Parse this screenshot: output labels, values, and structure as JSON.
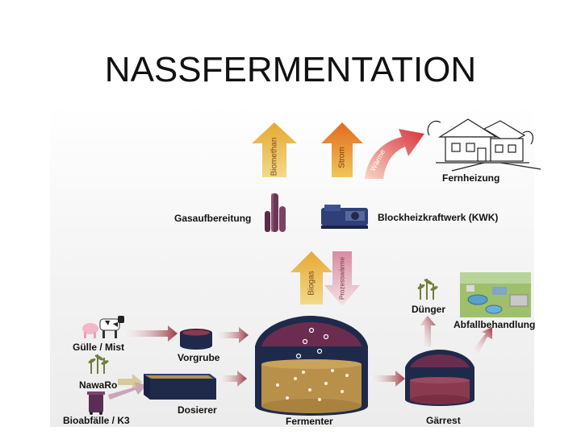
{
  "title": "NASSFERMENTATION",
  "arrows": {
    "biomethan": "Biomethan",
    "strom": "Strom",
    "waerme": "Wärme",
    "biogas": "Biogas",
    "prozesswaerme": "Prozesswärme"
  },
  "labels": {
    "fernheizung": "Fernheizung",
    "gasaufbereitung": "Gasaufbereitung",
    "bhkw": "Blockheizkraftwerk (KWK)",
    "duenger": "Dünger",
    "abfallbehandlung": "Abfallbehandlung",
    "guelle": "Gülle / Mist",
    "vorgrube": "Vorgrube",
    "nawaro": "NawaRo",
    "dosierer": "Dosierer",
    "bioabfaelle": "Bioabfälle / K3",
    "fermenter": "Fermenter",
    "gaerrest": "Gärrest"
  },
  "colors": {
    "tank_navy": "#1f2a4a",
    "tank_dome": "#6b2d4f",
    "substrate": "#b8904a",
    "digestate": "#8a3a4f",
    "arrow_dark": "#8a2a3a"
  }
}
